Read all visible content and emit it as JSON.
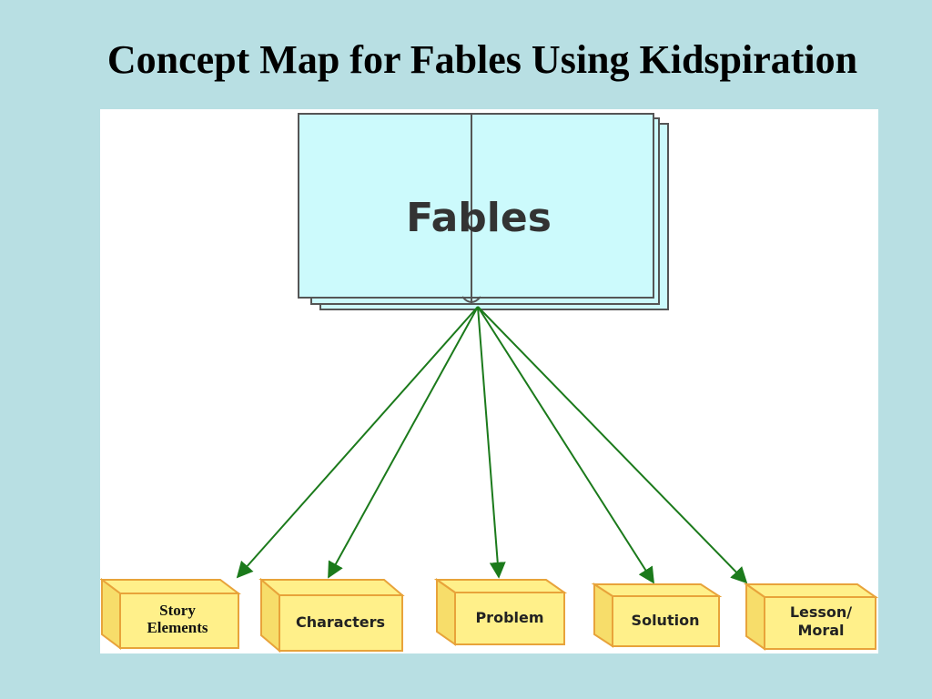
{
  "title": "Concept Map for Fables Using Kidspiration",
  "diagram": {
    "central": {
      "label": "Fables",
      "icon": "open-book-icon",
      "color": "#ccfafc"
    },
    "children": [
      {
        "id": "story-elements",
        "lines": [
          "Story",
          "Elements"
        ]
      },
      {
        "id": "characters",
        "lines": [
          "Characters"
        ]
      },
      {
        "id": "problem",
        "lines": [
          "Problem"
        ]
      },
      {
        "id": "solution",
        "lines": [
          "Solution"
        ]
      },
      {
        "id": "lesson-moral",
        "lines": [
          "Lesson/",
          "Moral"
        ]
      }
    ],
    "box_color": "#fff08a",
    "box_border": "#e8a33a",
    "arrow_color": "#1b7a1b"
  }
}
